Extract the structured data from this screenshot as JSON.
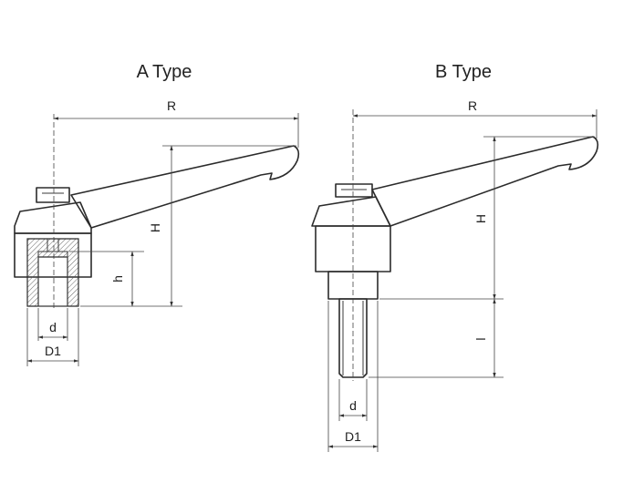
{
  "diagram": {
    "type_a": {
      "title": "A Type",
      "labels": {
        "reach": "R",
        "height": "H",
        "thread_depth": "h",
        "thread_dia": "d",
        "boss_dia": "D1"
      }
    },
    "type_b": {
      "title": "B Type",
      "labels": {
        "reach": "R",
        "height": "H",
        "stud_length": "l",
        "thread_dia": "d",
        "boss_dia": "D1"
      }
    },
    "colors": {
      "line": "#2b2b2b",
      "background": "#ffffff"
    }
  }
}
